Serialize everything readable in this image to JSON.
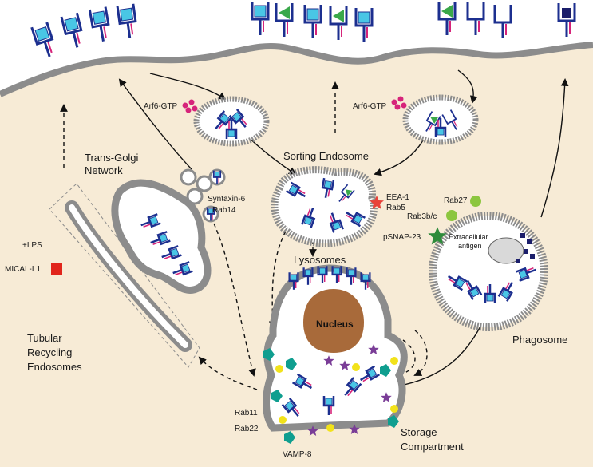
{
  "labels": {
    "trans_golgi": [
      "Trans-Golgi",
      "Network"
    ],
    "sorting_endosome": "Sorting Endosome",
    "arf6_left": "Arf6-GTP",
    "arf6_right": "Arf6-GTP",
    "syntaxin6": "Syntaxin-6",
    "rab14": "Rab14",
    "eea1": "EEA-1",
    "rab5": "Rab5",
    "rab27": "Rab27",
    "rab3bc": "Rab3b/c",
    "psnap23": "pSNAP-23",
    "extracellular_antigen": [
      "Extracellular",
      "antigen"
    ],
    "lysosomes": "Lysosomes",
    "nucleus": "Nucleus",
    "phagosome": "Phagosome",
    "lps": "+LPS",
    "mical": "MICAL-L1",
    "tubular": [
      "Tubular",
      "Recycling",
      "Endosomes"
    ],
    "rab11": "Rab11",
    "rab22": "Rab22",
    "vamp8": "VAMP-8",
    "storage": [
      "Storage",
      "Compartment"
    ]
  },
  "colors": {
    "cell": "#f7ebd6",
    "outside": "#ffffff",
    "membrane_grey": "#8c8c8c",
    "receptor_blue": "#1c2f8f",
    "cargo_cyan": "#49c6e5",
    "accent_pink": "#d6247a",
    "green_ligand": "#3aa84a",
    "rab_green": "#8cc63f",
    "snap_green": "#2e8b3a",
    "eea_red": "#e8423a",
    "mical_red": "#e1251b",
    "nucleus": "#a86a3a",
    "teal": "#0f9e8f",
    "yellow": "#f2e21a",
    "purple": "#7a3d97",
    "navy": "#1b1e6b"
  }
}
